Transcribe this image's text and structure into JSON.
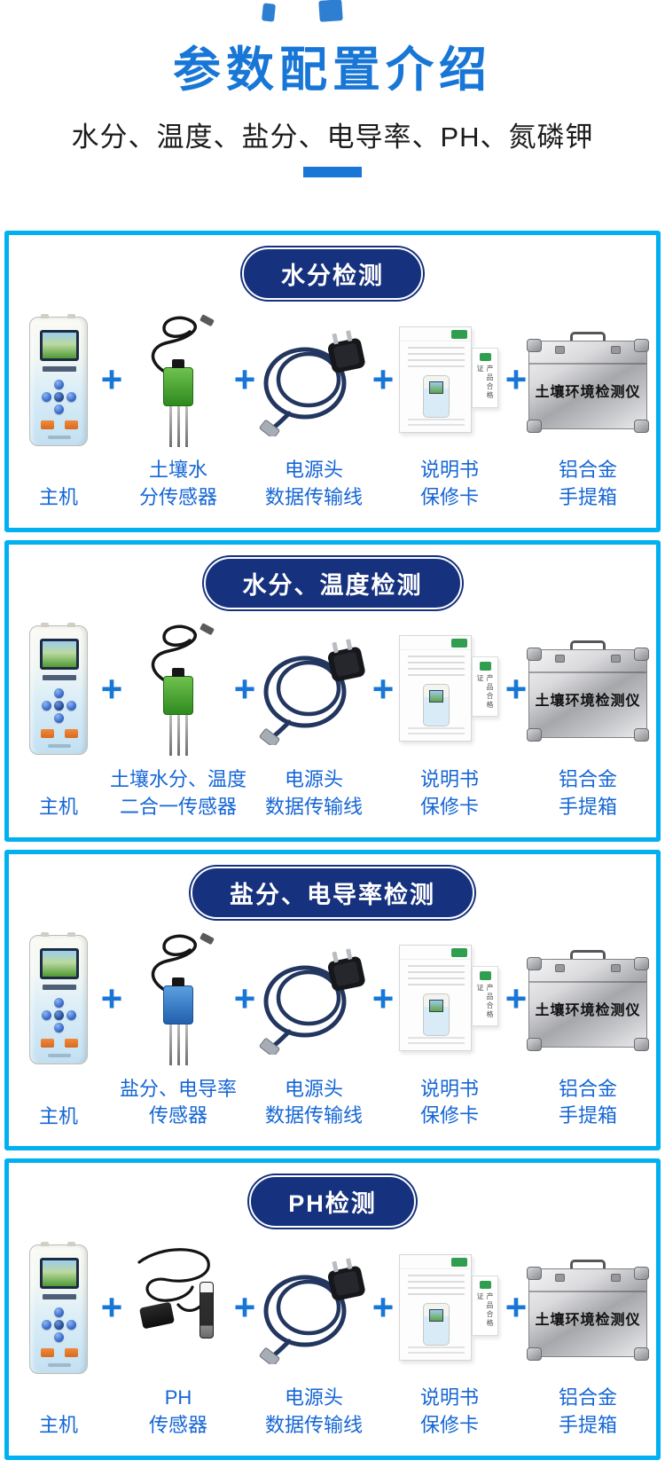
{
  "colors": {
    "accent_blue": "#1877d6",
    "section_border_cyan": "#00b0f0",
    "pill_navy": "#16317d",
    "label_blue": "#1566d6",
    "doc_logo_green": "#2f9e4f"
  },
  "header": {
    "title": "参数配置介绍",
    "subtitle": "水分、温度、盐分、电导率、PH、氮磷钾"
  },
  "assets": {
    "plus": "+",
    "case_text": "土壤环境检测仪",
    "cert_card_text": "产品合格证"
  },
  "sections": [
    {
      "title": "水分检测",
      "items": [
        {
          "lines": [
            "主机"
          ]
        },
        {
          "lines": [
            "土壤水",
            "分传感器"
          ]
        },
        {
          "lines": [
            "电源头",
            "数据传输线"
          ]
        },
        {
          "lines": [
            "说明书",
            "保修卡"
          ]
        },
        {
          "lines": [
            "铝合金",
            "手提箱"
          ]
        }
      ]
    },
    {
      "title": "水分、温度检测",
      "items": [
        {
          "lines": [
            "主机"
          ]
        },
        {
          "lines": [
            "土壤水分、温度",
            "二合一传感器"
          ]
        },
        {
          "lines": [
            "电源头",
            "数据传输线"
          ]
        },
        {
          "lines": [
            "说明书",
            "保修卡"
          ]
        },
        {
          "lines": [
            "铝合金",
            "手提箱"
          ]
        }
      ]
    },
    {
      "title": "盐分、电导率检测",
      "items": [
        {
          "lines": [
            "主机"
          ]
        },
        {
          "lines": [
            "盐分、电导率",
            "传感器"
          ]
        },
        {
          "lines": [
            "电源头",
            "数据传输线"
          ]
        },
        {
          "lines": [
            "说明书",
            "保修卡"
          ]
        },
        {
          "lines": [
            "铝合金",
            "手提箱"
          ]
        }
      ]
    },
    {
      "title": "PH检测",
      "items": [
        {
          "lines": [
            "主机"
          ]
        },
        {
          "lines": [
            "PH",
            "传感器"
          ]
        },
        {
          "lines": [
            "电源头",
            "数据传输线"
          ]
        },
        {
          "lines": [
            "说明书",
            "保修卡"
          ]
        },
        {
          "lines": [
            "铝合金",
            "手提箱"
          ]
        }
      ]
    }
  ]
}
